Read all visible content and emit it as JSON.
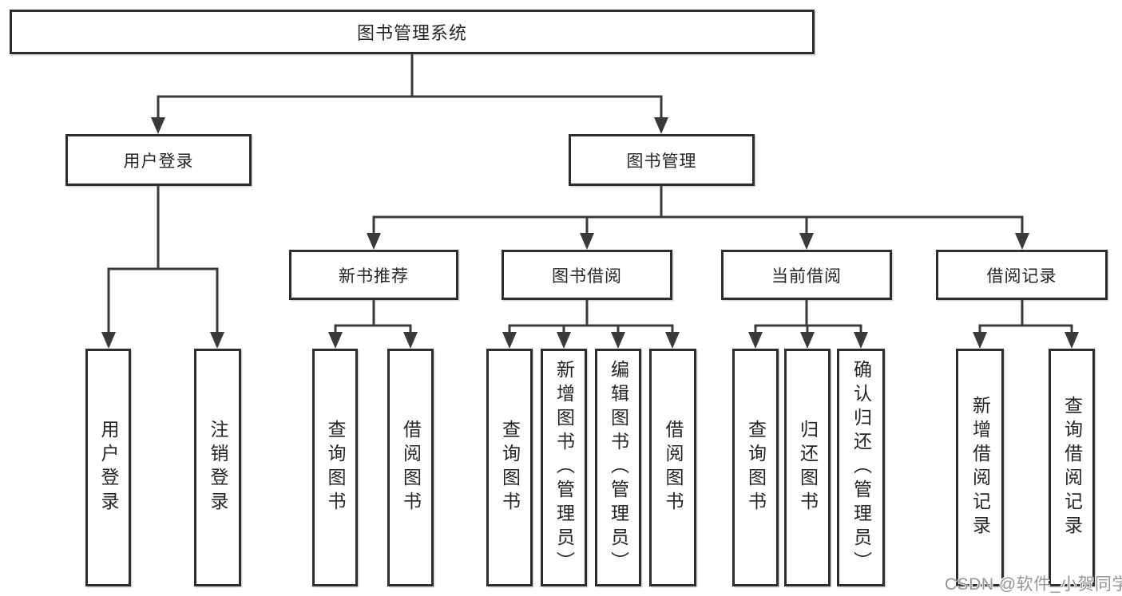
{
  "tree": {
    "root": {
      "label": "图书管理系统"
    },
    "branches": [
      {
        "label": "用户登录",
        "children": [
          {
            "label": "用户登录"
          },
          {
            "label": "注销登录"
          }
        ]
      },
      {
        "label": "图书管理",
        "children": [
          {
            "label": "新书推荐",
            "children": [
              {
                "label": "查询图书"
              },
              {
                "label": "借阅图书"
              }
            ]
          },
          {
            "label": "图书借阅",
            "children": [
              {
                "label": "查询图书"
              },
              {
                "label": "新增图书（管理员）"
              },
              {
                "label": "编辑图书（管理员）"
              },
              {
                "label": "借阅图书"
              }
            ]
          },
          {
            "label": "当前借阅",
            "children": [
              {
                "label": "查询图书"
              },
              {
                "label": "归还图书"
              },
              {
                "label": "确认归还（管理员）"
              }
            ]
          },
          {
            "label": "借阅记录",
            "children": [
              {
                "label": "新增借阅记录"
              },
              {
                "label": "查询借阅记录"
              }
            ]
          }
        ]
      }
    ]
  },
  "watermark": {
    "text": "CSDN @软件_小贺同学",
    "color": "#95959b"
  },
  "colors": {
    "line": "#3a3a3a",
    "border": "#2d2d2d",
    "background": "#ffffff"
  }
}
